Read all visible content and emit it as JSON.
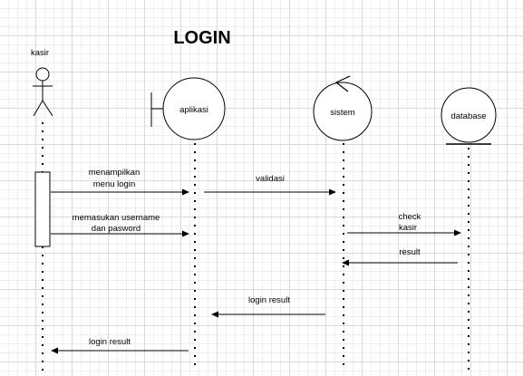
{
  "title": "LOGIN",
  "participants": {
    "actor": "kasir",
    "boundary": "aplikasi",
    "control": "sistem",
    "entity": "database"
  },
  "messages": [
    {
      "lines": [
        "menampilkan",
        "menu login"
      ],
      "from": "kasir",
      "to": "aplikasi"
    },
    {
      "lines": [
        "validasi"
      ],
      "from": "aplikasi",
      "to": "sistem"
    },
    {
      "lines": [
        "memasukan username",
        "dan pasword"
      ],
      "from": "kasir",
      "to": "aplikasi"
    },
    {
      "lines": [
        "check",
        "kasir"
      ],
      "from": "sistem",
      "to": "database"
    },
    {
      "lines": [
        "result"
      ],
      "from": "database",
      "to": "sistem"
    },
    {
      "lines": [
        "login result"
      ],
      "from": "sistem",
      "to": "aplikasi"
    },
    {
      "lines": [
        "login result"
      ],
      "from": "aplikasi",
      "to": "kasir"
    }
  ]
}
